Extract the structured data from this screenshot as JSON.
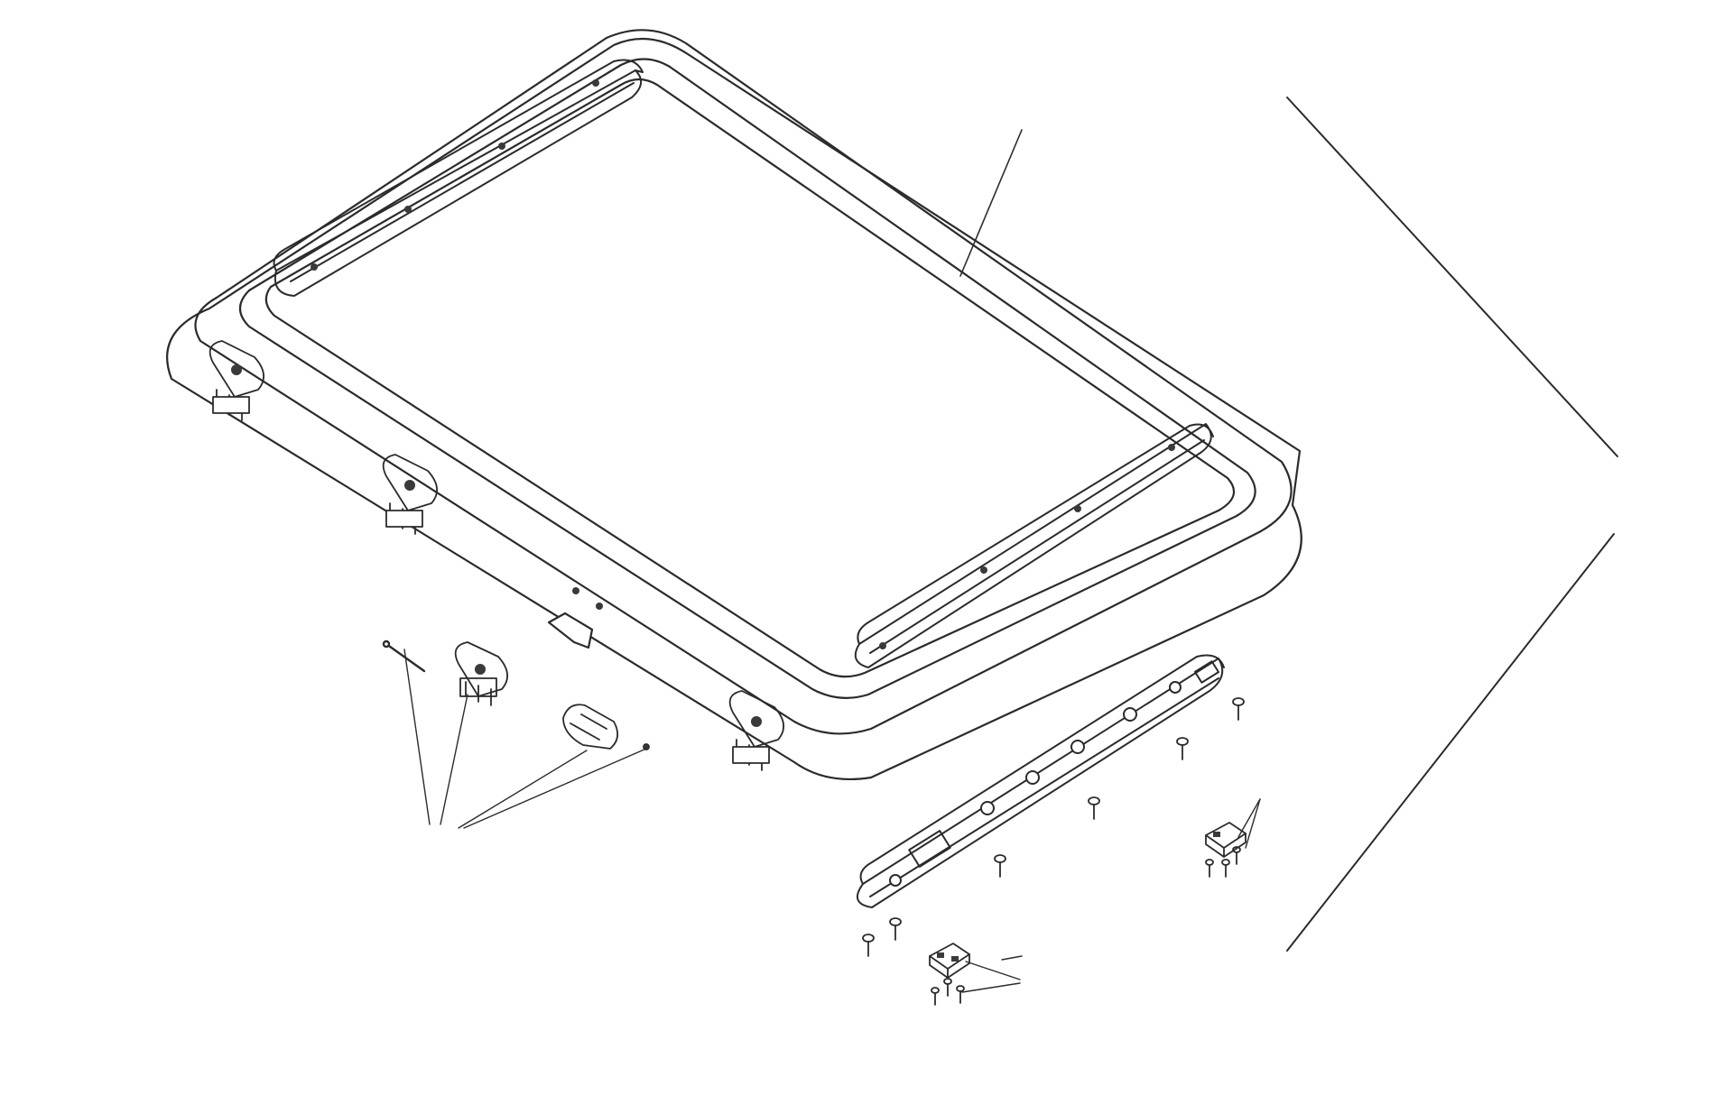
{
  "diagram": {
    "kind": "exploded-assembly-line-drawing",
    "colors": {
      "background": "#ffffff",
      "line": "#2b2b2b",
      "part_fill": "#ffffff",
      "hole_fill": "#3a3a3a"
    },
    "parts": [
      "frame",
      "rear-rail",
      "front-rail",
      "hinge-left",
      "hinge-middle",
      "hinge-right",
      "hinge-loose",
      "hinge-pin",
      "latch-cap",
      "mounting-bar",
      "bracket-small",
      "bracket-small-lower",
      "screws"
    ]
  }
}
